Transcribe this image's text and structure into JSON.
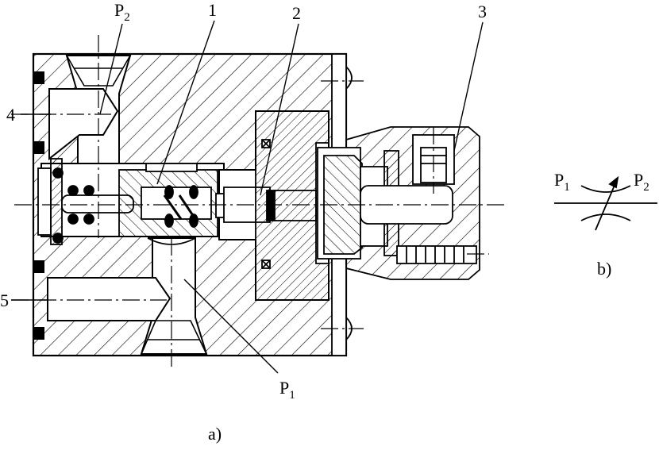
{
  "labels": {
    "p2": {
      "main": "P",
      "sub": "2"
    },
    "callout_1": "1",
    "callout_2": "2",
    "callout_3": "3",
    "callout_4": "4",
    "callout_5": "5",
    "p1": {
      "main": "P",
      "sub": "1"
    },
    "caption_a": "a)",
    "caption_b": "b)",
    "symbol_p1": {
      "main": "P",
      "sub": "1"
    },
    "symbol_p2": {
      "main": "P",
      "sub": "2"
    }
  },
  "colors": {
    "ink": "#000000",
    "paper": "#ffffff"
  }
}
